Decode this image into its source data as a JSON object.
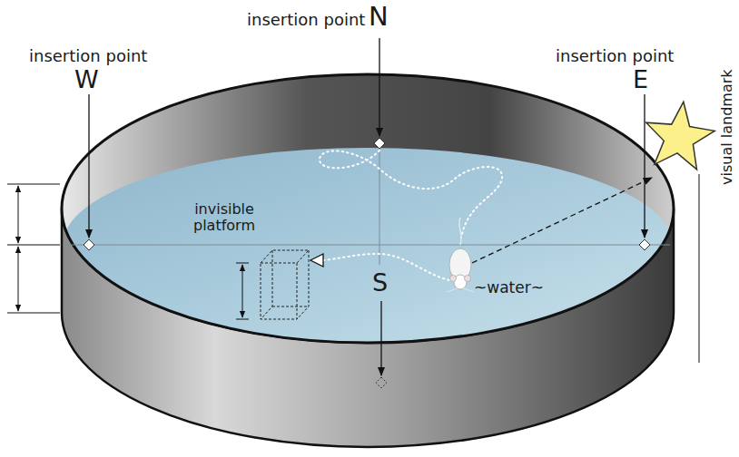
{
  "diagram": {
    "labels": [
      "insertion point",
      "N",
      "insertion point",
      "W",
      "insertion point",
      "E",
      "invisible platform",
      "S",
      "~water~",
      "visual landmark"
    ]
  }
}
